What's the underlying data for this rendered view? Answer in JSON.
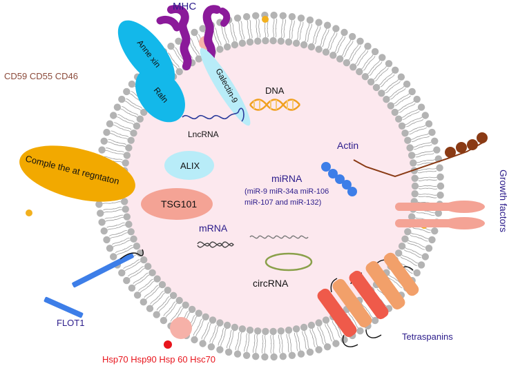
{
  "labels": {
    "mhc": "MHC",
    "cd_proteins": "CD59 CD55 CD46",
    "annexin": "Anne xin",
    "rab": "Raln",
    "galectin": "Galectin-9",
    "dna": "DNA",
    "lncrna": "LncRNA",
    "actin": "Actin",
    "complement": "Comple the at regntaton",
    "alix": "ALIX",
    "tsg101": "TSG101",
    "mirna_title": "miRNA",
    "mirna_line1": "(miR-9 miR-34a miR-106",
    "mirna_line2": "miR-107 and miR-132)",
    "growth_factors": "Growth factors",
    "mrna": "mRNA",
    "circrna": "circRNA",
    "flot1": "FLOT1",
    "tetraspanins": "Tetraspanins",
    "hsp": "Hsp70 Hsp90 Hsp 60 Hsc70"
  },
  "colors": {
    "lumen": "#fce8ee",
    "lipid_head": "#b3b3b3",
    "lipid_tail": "#9a9a9a",
    "mhc": "#8b1a9a",
    "annexin": "#13b8ea",
    "galectin": "#b8ecf8",
    "complement": "#f2a900",
    "alix": "#b8ecf8",
    "tsg101": "#f4a395",
    "growth_factor": "#f4a395",
    "actin": "#8a3a14",
    "actin_bead": "#3d7ee8",
    "flot1": "#3d7ee8",
    "tetraspanin_red": "#ef5a4a",
    "tetraspanin_orange": "#f2a06a",
    "hsp_dot": "#e8141c",
    "hsp_text": "#e8141c",
    "cd_text": "#8b4a3a",
    "navy_text": "#2a1a8a",
    "dna": "#f0a020"
  }
}
